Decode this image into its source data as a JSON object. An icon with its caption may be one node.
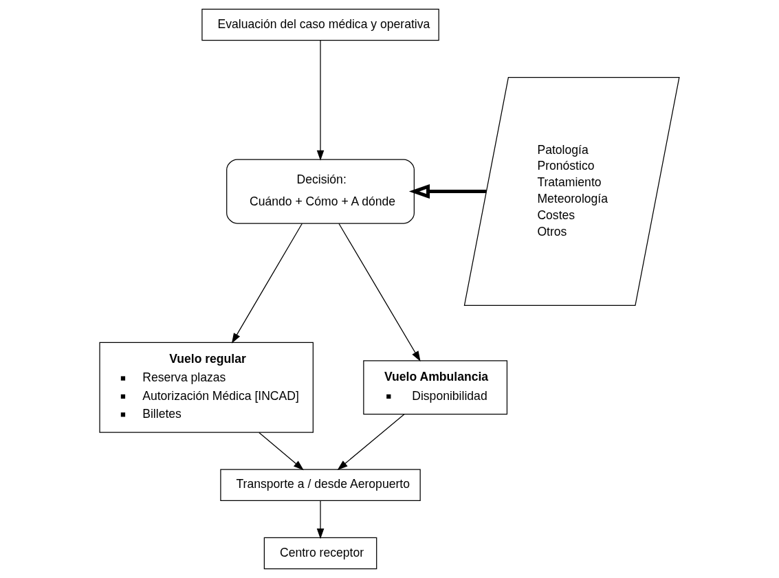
{
  "diagram": {
    "nodes": [
      {
        "text": [
          "Evaluación del caso médica y operativa"
        ]
      },
      {
        "text": [
          "Decisión:",
          "Cuándo + Cómo + A dónde"
        ]
      },
      {
        "text": [
          "Patología",
          "Pronóstico",
          "Tratamiento",
          "Meteorología",
          "Costes",
          "Otros"
        ]
      },
      {
        "text": [
          "Vuelo regular",
          "Reserva plazas",
          "Autorización Médica [INCAD]",
          "Billetes"
        ]
      },
      {
        "text": [
          "Vuelo Ambulancia",
          "Disponibilidad"
        ]
      },
      {
        "text": [
          "Transporte a / desde Aeropuerto"
        ]
      },
      {
        "text": [
          "Centro receptor"
        ]
      }
    ],
    "edges": [
      {
        "from": 0,
        "to": 1,
        "arrow": "to"
      },
      {
        "from": 2,
        "to": 1,
        "arrow": "to",
        "style": "thick"
      },
      {
        "from": 1,
        "to": 3,
        "arrow": "to"
      },
      {
        "from": 1,
        "to": 4,
        "arrow": "to"
      },
      {
        "from": 3,
        "to": 5,
        "arrow": "to"
      },
      {
        "from": 4,
        "to": 5,
        "arrow": "to"
      },
      {
        "from": 5,
        "to": 6,
        "arrow": "to"
      }
    ]
  }
}
